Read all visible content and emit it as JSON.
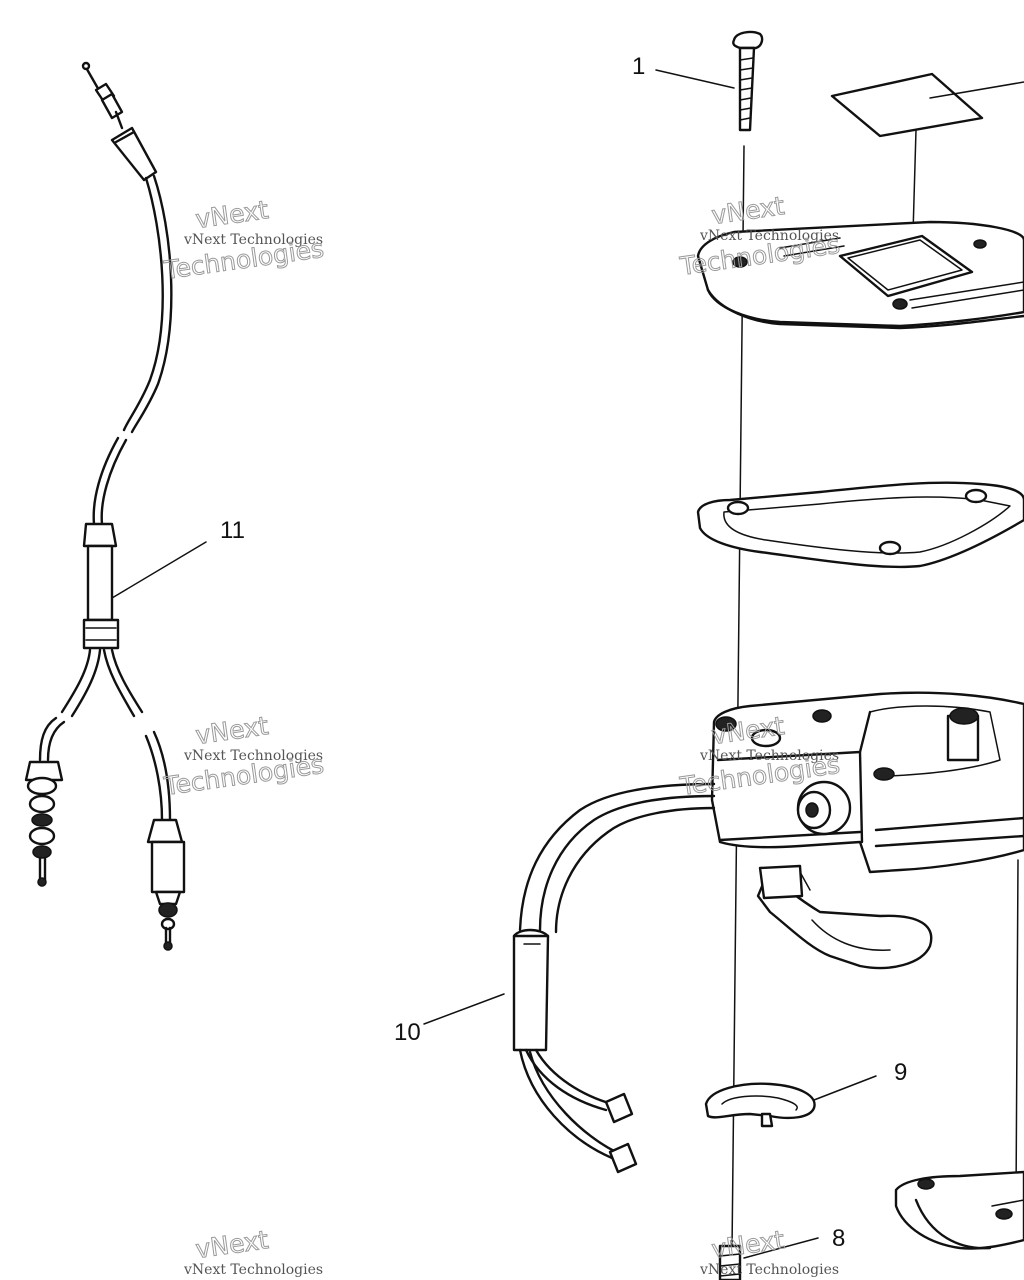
{
  "callouts": {
    "c1": "1",
    "c8": "8",
    "c9": "9",
    "c10": "10",
    "c11": "11"
  },
  "watermark": {
    "brand": "vNext",
    "line": "vNext Technologies",
    "word": "Technologies"
  },
  "colors": {
    "line": "#111111",
    "watermark": "#9a9a9a",
    "background": "#ffffff"
  }
}
